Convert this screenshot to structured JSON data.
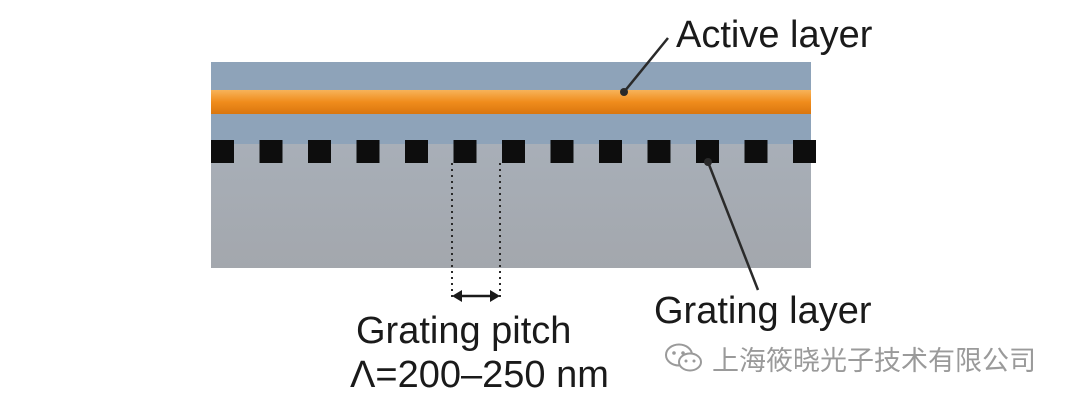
{
  "labels": {
    "active_layer": "Active layer",
    "grating_layer": "Grating layer",
    "grating_pitch": "Grating pitch",
    "pitch_range": "Λ=200–250 nm"
  },
  "watermark": {
    "text": "上海筱晓光子技术有限公司",
    "icon": "wechat-icon"
  },
  "colors": {
    "upper_cladding": "#8aa0b7",
    "substrate": "#a9adb2",
    "active_layer": "#f08c1c",
    "grating_teeth": "#0d0d0d",
    "leader_lines": "#2a2a2a"
  },
  "grating": {
    "teeth_count": 13
  }
}
